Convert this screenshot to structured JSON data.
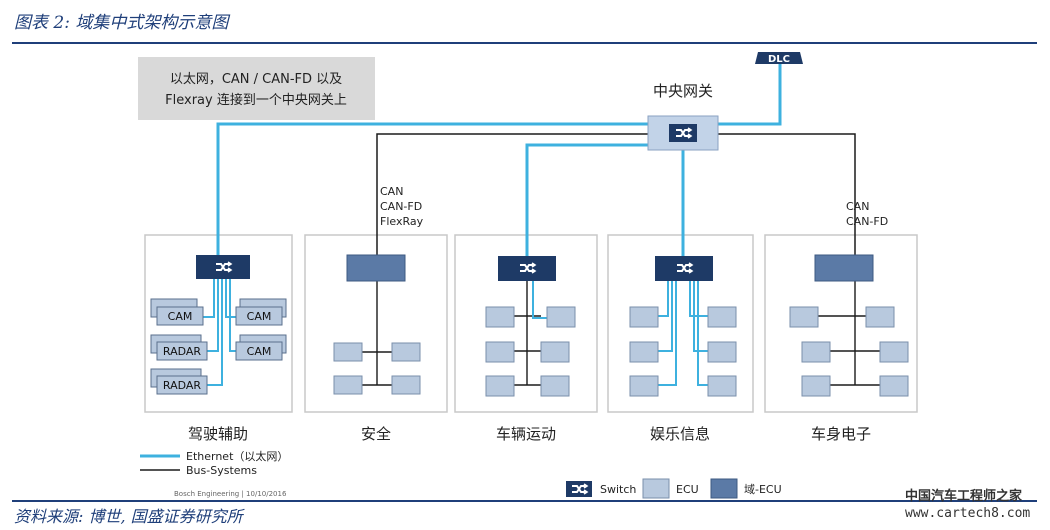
{
  "figure": {
    "title": "图表 2: 域集中式架构示意图",
    "source": "资料来源: 博世, 国盛证券研究所",
    "watermark_line1": "中国汽车工程师之家",
    "watermark_line2": "www.cartech8.com"
  },
  "callout": {
    "line1": "以太网，CAN / CAN-FD 以及",
    "line2": "Flexray 连接到一个中央网关上"
  },
  "gateway": {
    "label": "中央网关",
    "dlc": "DLC"
  },
  "bus_labels": {
    "safety": [
      "CAN",
      "CAN-FD",
      "FlexRay"
    ],
    "body": [
      "CAN",
      "CAN-FD"
    ]
  },
  "domains": [
    {
      "label": "驾驶辅助"
    },
    {
      "label": "安全"
    },
    {
      "label": "车辆运动"
    },
    {
      "label": "娱乐信息"
    },
    {
      "label": "车身电子"
    }
  ],
  "sensors": {
    "cam": "CAM",
    "radar": "RADAR"
  },
  "legend": {
    "ethernet": "Ethernet（以太网）",
    "bus": "Bus-Systems",
    "credit": "Bosch Engineering | 10/10/2016",
    "switch": "Switch",
    "ecu": "ECU",
    "domain_ecu": "域-ECU"
  },
  "colors": {
    "ethernet": "#3eb1df",
    "bus": "#1b1b1b",
    "ecu_fill": "#b8c9de",
    "domain_ecu_fill": "#5b7aa6",
    "switch_fill": "#1e3a66",
    "gateway_fill": "#c2d3e8",
    "title": "#1f3f7a"
  }
}
